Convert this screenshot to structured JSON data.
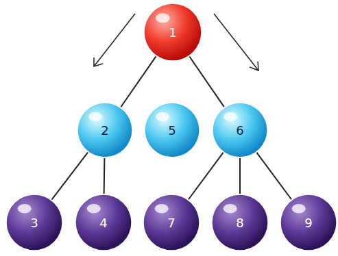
{
  "diagram": {
    "nodes": [
      {
        "text": [
          "1"
        ]
      },
      {
        "text": [
          "2"
        ]
      },
      {
        "text": [
          "5"
        ]
      },
      {
        "text": [
          "6"
        ]
      },
      {
        "text": [
          "3"
        ]
      },
      {
        "text": [
          "4"
        ]
      },
      {
        "text": [
          "7"
        ]
      },
      {
        "text": [
          "8"
        ]
      },
      {
        "text": [
          "9"
        ]
      }
    ],
    "edges": [
      {
        "from": 0,
        "to": 1,
        "arrow": "none"
      },
      {
        "from": 0,
        "to": 3,
        "arrow": "none"
      },
      {
        "from": 1,
        "to": 4,
        "arrow": "none"
      },
      {
        "from": 1,
        "to": 5,
        "arrow": "none"
      },
      {
        "from": 3,
        "to": 6,
        "arrow": "none"
      },
      {
        "from": 3,
        "to": 7,
        "arrow": "none"
      },
      {
        "from": 3,
        "to": 8,
        "arrow": "none"
      }
    ]
  }
}
